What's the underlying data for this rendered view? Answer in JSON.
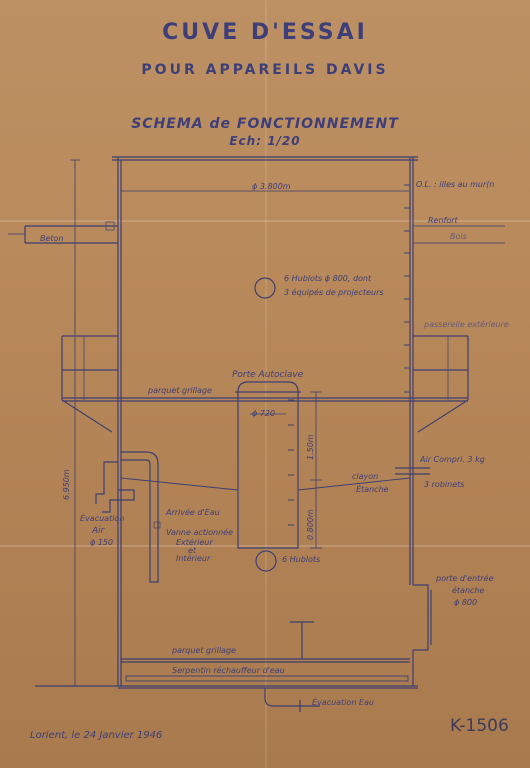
{
  "title": "CUVE D'ESSAI",
  "subtitle": "POUR APPAREILS DAVIS",
  "diagram_title": "SCHEMA de FONCTIONNEMENT",
  "scale": "Ech: 1/20",
  "labels": {
    "diameter_top": "ϕ 3.800m",
    "beton": "Beton",
    "oeillets": "O.L. : illes au mur(n",
    "renfort": "Renfort",
    "bois": "Bois",
    "hublots_line1": "6 Hublots ϕ 800, dont",
    "hublots_line2": "3 équipés de projecteurs",
    "passerelle": "passerelle extérieure",
    "porte_autoclave": "Porte Autoclave",
    "parquet_top": "parquet grillage",
    "diameter_inner": "ϕ 720",
    "height_total": "6.950m",
    "dim_150": "1.50m",
    "dim_080": "0.800m",
    "air_comprime": "Air Compri. 3 kg",
    "clayon": "clayon",
    "etanche": "Étanche",
    "robinets": "3 robinets",
    "arrivee_eau": "Arrivée d'Eau",
    "vanne_1": "Vanne actionnée",
    "vanne_2": "Extérieur",
    "vanne_3": "et",
    "vanne_4": "Intérieur",
    "evacuation_1": "Évacuation",
    "evacuation_2": "Air",
    "evacuation_3": "ϕ 150",
    "hublots_small": "6 Hublots",
    "porte_entree_1": "porte d'entrée",
    "porte_entree_2": "étanche",
    "porte_entree_3": "ϕ 800",
    "parquet_bottom": "parquet grillage",
    "serpentin": "Serpentin réchauffeur d'eau",
    "evacuation_eau": "Évacuation Eau"
  },
  "footer_date": "Lorient, le 24 Janvier 1946",
  "drawing_number": "K-1506"
}
